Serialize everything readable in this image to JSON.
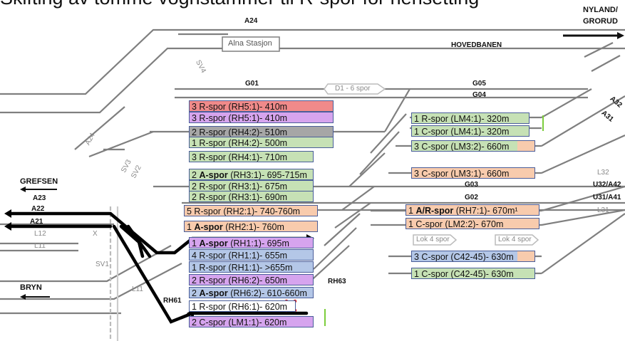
{
  "title": "Skifting av tomme vognstammer til R-spor for hensetting",
  "colors": {
    "red": "#f08a8a",
    "purple": "#d6a4ee",
    "gray": "#a6a6a6",
    "green": "#c6e1b5",
    "orange": "#f8cbad",
    "blue": "#b4c7e7",
    "white": "#ffffff",
    "track": "#7f7f7f",
    "route": "#000000"
  },
  "labels": {
    "a24_top": "A24",
    "alna": "Alna Stasjon",
    "hovedbanen": "HOVEDBANEN",
    "nyland": "NYLAND/",
    "grorud": "GRORUD",
    "g01": "G01",
    "d1": "D1 - 6 spor",
    "g05": "G05",
    "g04": "G04",
    "a32": "A32",
    "a31": "A31",
    "sv4": "SV4",
    "a24_diag": "A24",
    "sv3": "SV3",
    "sv2": "SV2",
    "grefsen": "GREFSEN",
    "a23": "A23",
    "a22": "A22",
    "a21": "A21",
    "l12": "L12",
    "x": "X",
    "l11a": "L11",
    "sv1": "SV1",
    "l11b": "L11",
    "bryn": "BRYN",
    "rh61": "RH61",
    "rh63": "RH63",
    "g03": "G03",
    "g02": "G02",
    "l32": "L32",
    "u32": "U32/A42",
    "u31": "U31/A41",
    "l31": "L31",
    "lok4a": "Lok 4 spor",
    "lok4b": "Lok 4 spor"
  },
  "tracks_left": [
    {
      "text": "3 R-spor (RH5:1)- 410m",
      "color": "red"
    },
    {
      "text": "3 R-spor (RH5:1)- 410m",
      "color": "purple"
    },
    {
      "text": "2 R-spor (RH4:2)- 510m",
      "color": "gray"
    },
    {
      "text": "1 R-spor (RH4:2)- 500m",
      "color": "green"
    },
    {
      "text": "3 R-spor (RH4:1)- 710m",
      "color": "green"
    },
    {
      "pre": "2 ",
      "bold": "A-spor",
      "post": " (RH3:1)- 695-715m",
      "color": "green"
    },
    {
      "text": "2 R-spor (RH3:1)- 675m",
      "color": "green"
    },
    {
      "text": "2 R-spor (RH3:1)- 690m",
      "color": "green"
    },
    {
      "text": "5 R-spor (RH2:1)- 740-760m",
      "color": "orange"
    },
    {
      "pre": "1 ",
      "bold": "A-spor",
      "post": " (RH2:1)- 760m",
      "color": "orange"
    },
    {
      "pre": "1 ",
      "bold": "A-spor",
      "post": " (RH1:1)- 695m",
      "color": "purple"
    },
    {
      "text": "4 R-spor (RH1:1)- 655m",
      "color": "blue"
    },
    {
      "text": "1 R-spor (RH1:1)- >655m",
      "color": "blue"
    },
    {
      "text": "2 R-spor (RH6:2)- 650m",
      "color": "purple"
    },
    {
      "pre": "2 ",
      "bold": "A-spor",
      "post": " (RH6:2)- 610-660m",
      "color": "blue"
    },
    {
      "text": "1 R-spor (RH6:1)- 620m",
      "color": "white"
    },
    {
      "text": "2 C-spor (LM1:1)- 620m",
      "color": "purple"
    }
  ],
  "tracks_right": [
    {
      "text": "1 R-spor (LM4:1)- 320m",
      "color": "green"
    },
    {
      "text": "1 C-spor (LM4:1)- 320m",
      "color": "green"
    },
    {
      "text": "3 C-spor (LM3:2)- 660m",
      "color": "green"
    },
    {
      "text": "3 C-spor (LM3:1)- 660m",
      "color": "orange"
    },
    {
      "pre": "1 ",
      "bold": "A/R-spor",
      "post": " (RH7:1)- 670m¹",
      "color": "orange"
    },
    {
      "text": "1 C-spor (LM2:2)- 670m",
      "color": "orange"
    },
    {
      "text": "3 C-spor (C42-45)- 630m",
      "color": "blue"
    },
    {
      "text": "1 C-spor (C42-45)- 630m",
      "color": "green"
    }
  ]
}
